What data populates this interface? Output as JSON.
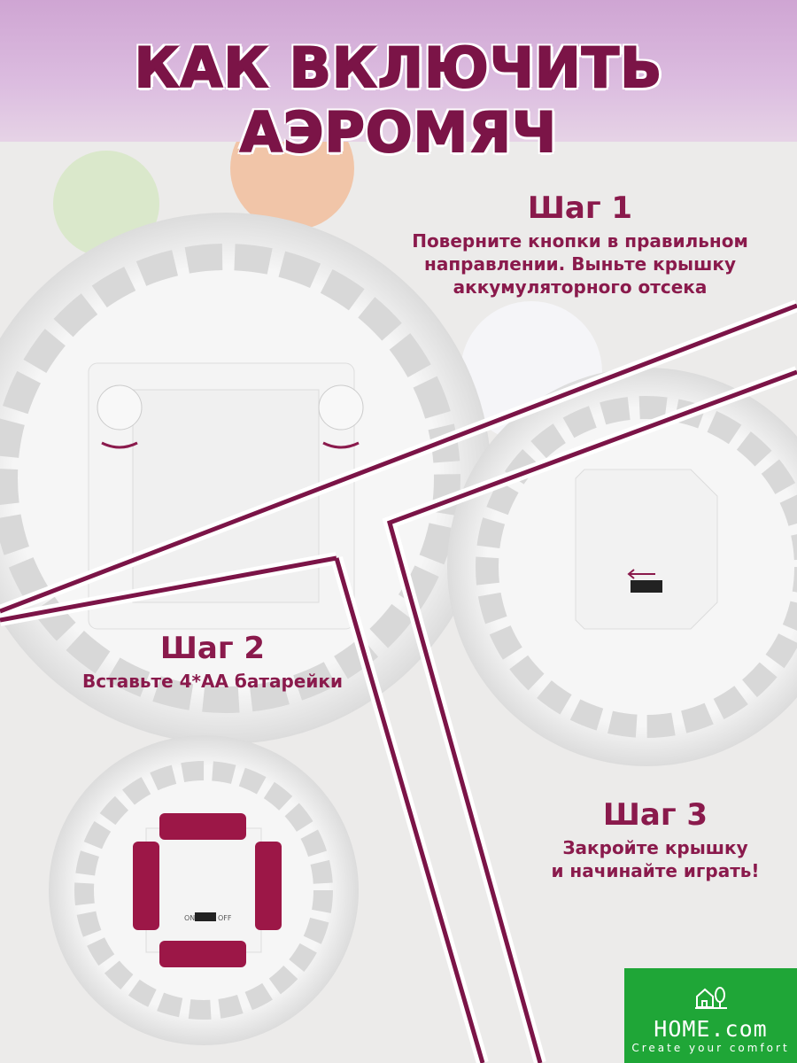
{
  "title": "КАК ВКЛЮЧИТЬ АЭРОМЯЧ",
  "steps": [
    {
      "heading": "Шаг 1",
      "lines": [
        "Поверните кнопки в правильном",
        "направлении. Выньте крышку",
        "аккумуляторного отсека"
      ]
    },
    {
      "heading": "Шаг 2",
      "lines": [
        "Вставьте 4*AA батарейки"
      ]
    },
    {
      "heading": "Шаг 3",
      "lines": [
        "Закройте крышку",
        "и начинайте играть!"
      ]
    }
  ],
  "device_labels": {
    "on": "ON",
    "off": "OFF"
  },
  "logo": {
    "name": "HOME.com",
    "tagline": "Create your comfort"
  },
  "colors": {
    "accent": "#7b1447",
    "logo_bg": "#1fa637"
  }
}
